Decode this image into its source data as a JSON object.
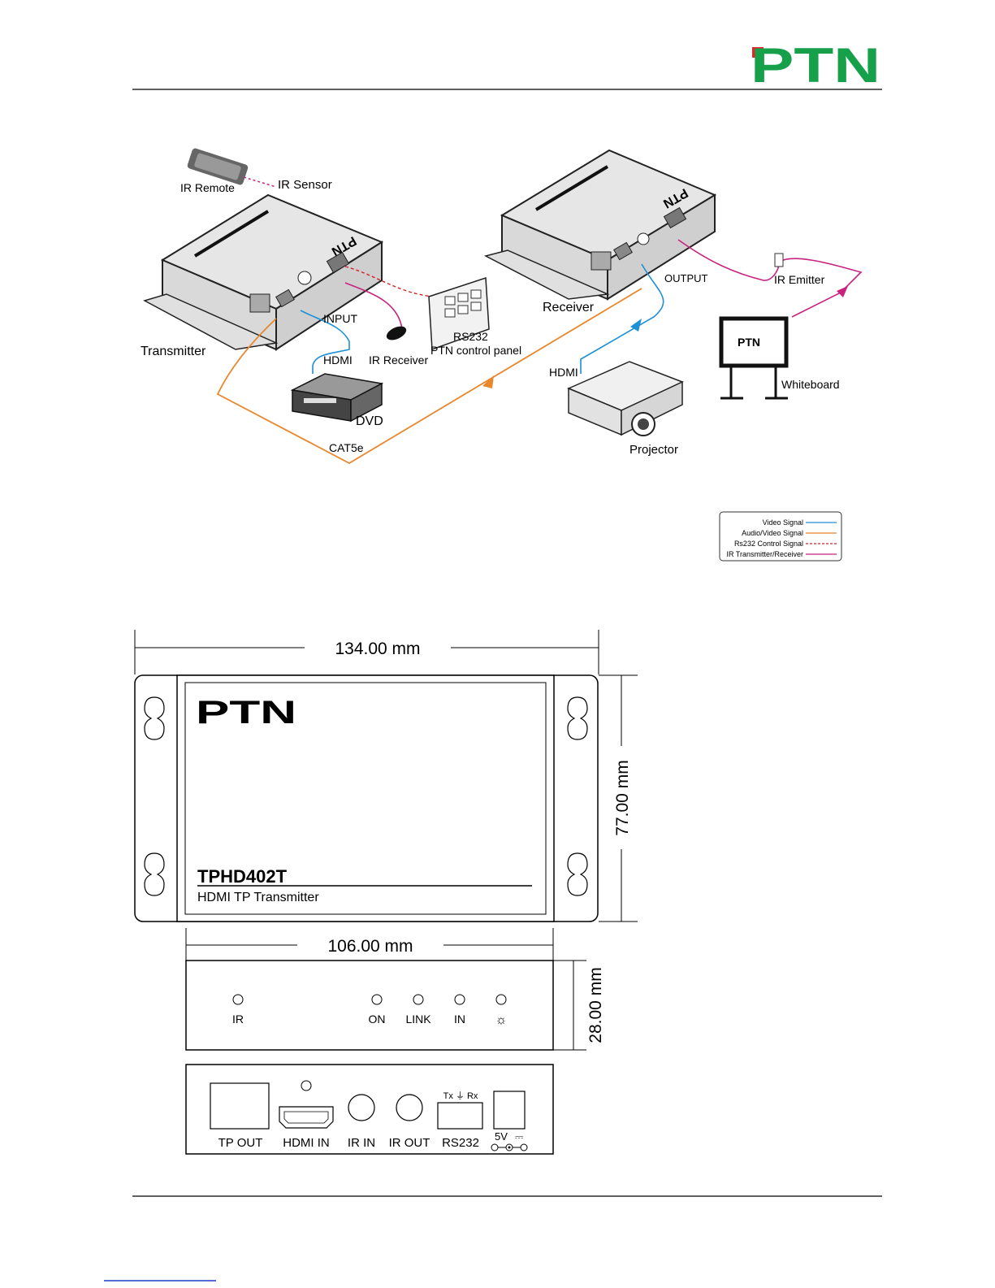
{
  "header": {
    "logo_text": "PTN",
    "brand_colors": {
      "green": "#16a04a",
      "red": "#e3262e"
    }
  },
  "connection_diagram": {
    "labels": {
      "ir_remote": "IR Remote",
      "ir_sensor": "IR Sensor",
      "transmitter": "Transmitter",
      "input": "INPUT",
      "hdmi_in": "HDMI",
      "ir_receiver": "IR Receiver",
      "dvd": "DVD",
      "cat5e": "CAT5e",
      "rs232": "RS232",
      "ptn_control_panel": "PTN control panel",
      "receiver": "Receiver",
      "output": "OUTPUT",
      "hdmi_out": "HDMI",
      "projector": "Projector",
      "ir_emitter": "IR Emitter",
      "whiteboard": "Whiteboard",
      "whiteboard_logo": "PTN",
      "transmitter_logo": "PTN",
      "receiver_logo": "PTN"
    },
    "legend": [
      {
        "label": "Video Signal",
        "color": "#1e90d6",
        "style": "solid"
      },
      {
        "label": "Audio/Video Signal",
        "color": "#e8872c",
        "style": "solid"
      },
      {
        "label": "Rs232 Control Signal",
        "color": "#d2232a",
        "style": "dashed"
      },
      {
        "label": "IR Transmitter/Receiver",
        "color": "#c8237e",
        "style": "solid"
      }
    ]
  },
  "dimension_drawing": {
    "width_label": "134.00 mm",
    "height_label": "77.00 mm",
    "inner_width_label": "106.00 mm",
    "depth_label": "28.00 mm",
    "top_logo": "PTN",
    "model": "TPHD402T",
    "model_desc": "HDMI TP Transmitter",
    "front_panel_leds": [
      "IR",
      "ON",
      "LINK",
      "IN",
      "☼"
    ],
    "rear_panel": {
      "ports": [
        "TP OUT",
        "HDMI IN",
        "IR IN",
        "IR OUT",
        "RS232",
        "5V"
      ],
      "rs232_pins": "Tx ⏚ Rx",
      "power_symbol": "⎓"
    }
  }
}
